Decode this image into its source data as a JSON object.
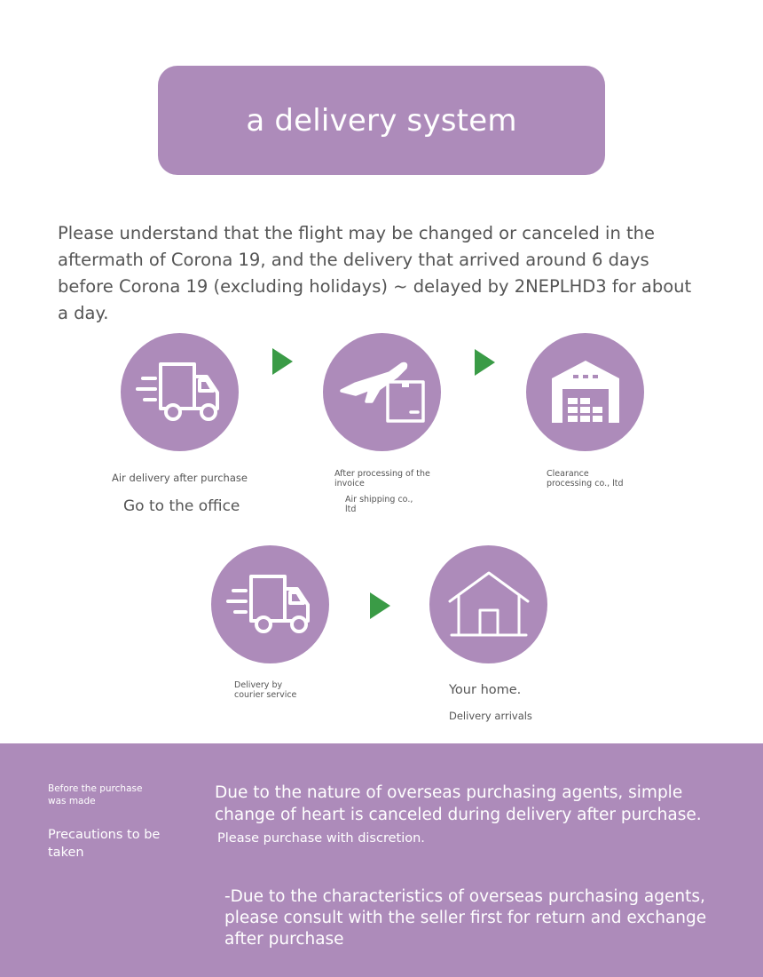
{
  "title": "a delivery system",
  "notice": "Please understand that the flight may be changed or canceled in the aftermath of Corona 19, and the delivery that arrived around 6 days before Corona 19 (excluding holidays) ~ delayed by 2NEPLHD3 for about a day.",
  "colors": {
    "accent": "#ad8bba",
    "arrow": "#3a9b46"
  },
  "steps": [
    {
      "icon": "delivery-truck-icon",
      "label": "Air delivery after purchase",
      "sublabel": "Go to the office"
    },
    {
      "icon": "airplane-package-icon",
      "label": "After processing of the invoice",
      "sublabel": "Air shipping co., ltd"
    },
    {
      "icon": "warehouse-icon",
      "label": "Clearance processing co., ltd"
    },
    {
      "icon": "delivery-truck-icon",
      "label": "Delivery by courier service"
    },
    {
      "icon": "house-icon",
      "label": "Your home.",
      "sublabel": "Delivery arrivals"
    }
  ],
  "footer": {
    "left_small": "Before the purchase was made",
    "left_heading": "Precautions to be taken",
    "para1": "Due to the nature of overseas purchasing agents, simple change of heart is canceled during delivery after purchase.",
    "para1_note": "Please purchase with discretion.",
    "para2": "-Due to the characteristics of overseas purchasing agents, please consult with the seller first for return and exchange after purchase"
  }
}
